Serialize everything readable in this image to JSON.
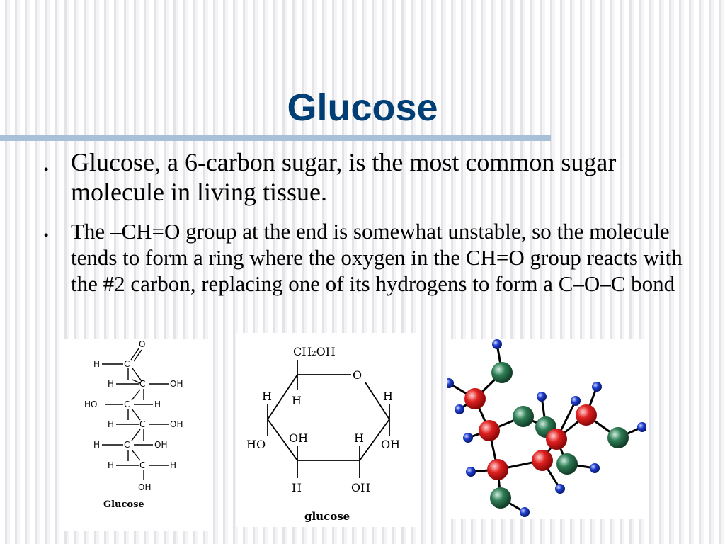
{
  "slide": {
    "title": "Glucose",
    "bullets": [
      " Glucose, a 6-carbon sugar, is the most common sugar molecule in living tissue.",
      "The –CH=O group at the end is somewhat unstable, so the molecule tends to form a ring where the oxygen in the CH=O group reacts with the #2 carbon, replacing one of its hydrogens to form a C–O–C bond"
    ],
    "bullet_marker": "•"
  },
  "figures": {
    "chain": {
      "caption": "Glucose",
      "labels": {
        "O": "O",
        "H": "H",
        "C": "C",
        "OH": "OH",
        "HO": "HO"
      }
    },
    "ring": {
      "caption": "glucose",
      "top_group": "CH₂OH",
      "ring_oxygen": "O",
      "H": "H",
      "OH": "OH",
      "HO": "HO"
    },
    "model": {
      "atom_colors": {
        "oxygen": "#e02020",
        "carbon": "#2e7d55",
        "hydrogen": "#1f3fd0"
      }
    }
  }
}
